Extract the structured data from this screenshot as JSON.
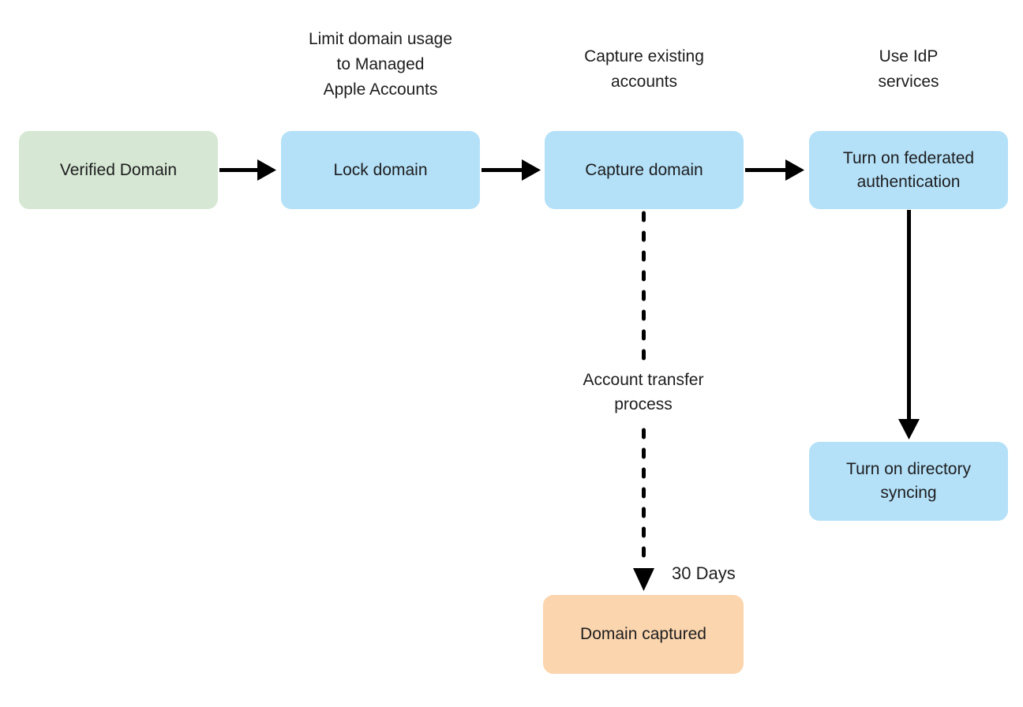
{
  "diagram": {
    "colors": {
      "background": "#ffffff",
      "start_fill": "#d6e8d3",
      "step_fill": "#b4e1f8",
      "end_fill": "#fbd5ad",
      "arrow": "#000000",
      "text": "#1d1d1f"
    },
    "nodes": [
      {
        "id": "verified-domain",
        "label": "Verified Domain",
        "type": "start"
      },
      {
        "id": "lock-domain",
        "label": "Lock domain",
        "type": "step"
      },
      {
        "id": "capture-domain",
        "label": "Capture domain",
        "type": "step"
      },
      {
        "id": "turn-on-federated-authentication",
        "label": "Turn on federated authentication",
        "type": "step"
      },
      {
        "id": "turn-on-directory-syncing",
        "label": "Turn on directory syncing",
        "type": "step"
      },
      {
        "id": "domain-captured",
        "label": "Domain captured",
        "type": "end"
      }
    ],
    "annotations": [
      {
        "for": "lock-domain",
        "lines": [
          "Limit domain usage",
          "to Managed",
          "Apple Accounts"
        ]
      },
      {
        "for": "capture-domain",
        "lines": [
          "Capture existing",
          "accounts"
        ]
      },
      {
        "for": "turn-on-federated-authentication",
        "lines": [
          "Use IdP",
          "services"
        ]
      }
    ],
    "edge_labels": {
      "account_transfer": {
        "lines": [
          "Account transfer",
          "process"
        ]
      },
      "thirty_days": "30 Days"
    },
    "edges": [
      {
        "from": "verified-domain",
        "to": "lock-domain",
        "style": "solid"
      },
      {
        "from": "lock-domain",
        "to": "capture-domain",
        "style": "solid"
      },
      {
        "from": "capture-domain",
        "to": "turn-on-federated-authentication",
        "style": "solid"
      },
      {
        "from": "turn-on-federated-authentication",
        "to": "turn-on-directory-syncing",
        "style": "solid"
      },
      {
        "from": "capture-domain",
        "to": "domain-captured",
        "style": "dashed"
      }
    ]
  }
}
